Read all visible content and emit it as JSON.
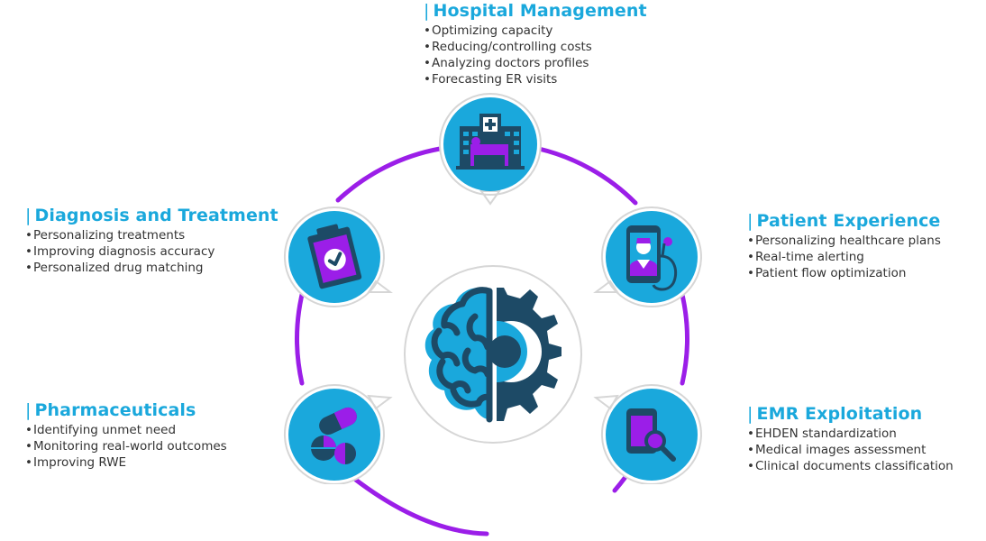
{
  "colors": {
    "accent_blue": "#1aa8dc",
    "ring_purple": "#9b1ee8",
    "icon_dark": "#1d4a66",
    "text": "#333333"
  },
  "center": {
    "icon": "brain-gear-icon"
  },
  "sections": {
    "hospital": {
      "title": "Hospital Management",
      "icon": "hospital-icon",
      "items": [
        "Optimizing capacity",
        "Reducing/controlling costs",
        "Analyzing doctors profiles",
        "Forecasting ER visits"
      ]
    },
    "diagnosis": {
      "title": "Diagnosis and Treatment",
      "icon": "clipboard-check-icon",
      "items": [
        "Personalizing treatments",
        "Improving diagnosis accuracy",
        "Personalized drug matching"
      ]
    },
    "patient": {
      "title": "Patient Experience",
      "icon": "doctor-phone-icon",
      "items": [
        "Personalizing healthcare  plans",
        "Real-time alerting",
        "Patient flow optimization"
      ]
    },
    "pharma": {
      "title": "Pharmaceuticals",
      "icon": "pills-icon",
      "items": [
        "Identifying unmet need",
        "Monitoring real-world outcomes",
        "Improving RWE"
      ]
    },
    "emr": {
      "title": "EMR Exploitation",
      "icon": "document-search-icon",
      "items": [
        "EHDEN standardization",
        "Medical images assessment",
        "Clinical documents classification"
      ]
    }
  }
}
